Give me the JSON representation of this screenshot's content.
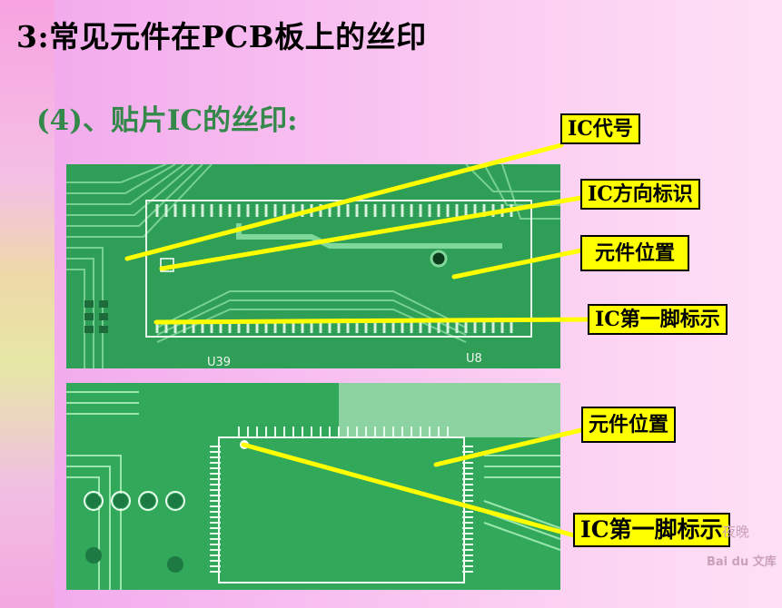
{
  "slide": {
    "title": "3:常见元件在PCB板上的丝印",
    "subtitle": "(4)、贴片IC的丝印:"
  },
  "labels": {
    "ic_code": "IC代号",
    "ic_direction": "IC方向标识",
    "component_position_top": "元件位置",
    "pin1_top": "IC第一脚标示",
    "component_position_bottom": "元件位置",
    "pin1_bottom": "IC第一脚标示"
  },
  "pcb_silkscreen_text": {
    "top_designator": "U39",
    "top_designator_right": "U8"
  },
  "watermark": {
    "text": "夜晚",
    "logo": "Bai du 文库"
  },
  "colors": {
    "label_bg": "#ffff00",
    "pointer_line": "#ffff00",
    "subtitle": "#33884a",
    "pcb_green": "#2f9e57"
  }
}
